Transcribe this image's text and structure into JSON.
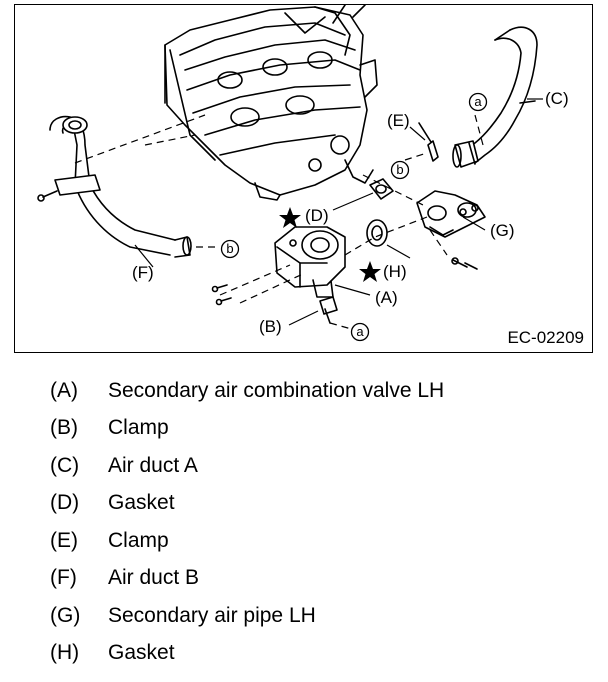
{
  "figure": {
    "id": "EC-02209",
    "callouts": {
      "A": "(A)",
      "B": "(B)",
      "C": "(C)",
      "D": "(D)",
      "E": "(E)",
      "F": "(F)",
      "G": "(G)",
      "H": "(H)"
    },
    "connectors": {
      "a": "a",
      "b": "b"
    }
  },
  "legend": [
    {
      "code": "(A)",
      "text": "Secondary air combination valve LH"
    },
    {
      "code": "(B)",
      "text": "Clamp"
    },
    {
      "code": "(C)",
      "text": "Air duct A"
    },
    {
      "code": "(D)",
      "text": "Gasket"
    },
    {
      "code": "(E)",
      "text": "Clamp"
    },
    {
      "code": "(F)",
      "text": "Air duct B"
    },
    {
      "code": "(G)",
      "text": "Secondary air pipe LH"
    },
    {
      "code": "(H)",
      "text": "Gasket"
    }
  ]
}
